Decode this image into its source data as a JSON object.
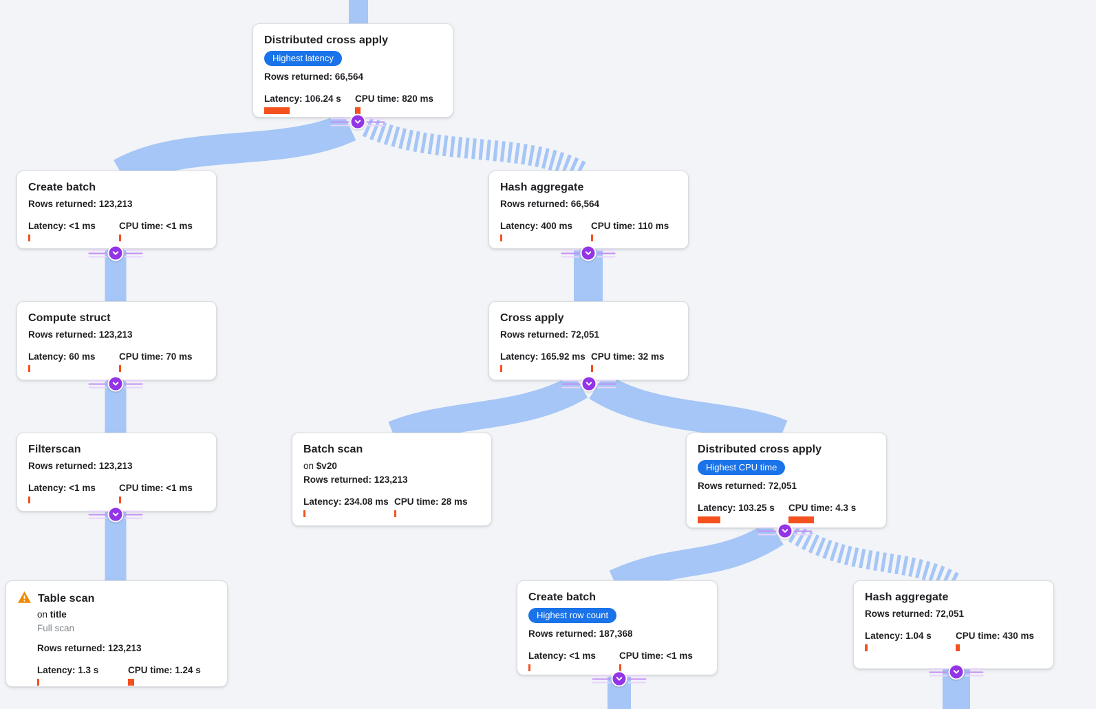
{
  "colors": {
    "canvas_bg": "#f2f4f8",
    "card_bg": "#ffffff",
    "card_border": "#dadce0",
    "edge_blue": "#a5c6f6",
    "junction_purple": "#9334e6",
    "junction_line_light": "#e8d4fb",
    "junction_line_mid": "#c48df5",
    "badge_blue": "#1a73e8",
    "bar_orange": "#f4511e",
    "warning_orange": "#ee8b00",
    "title_text": "#202124",
    "muted_text": "#80868b"
  },
  "nodes": [
    {
      "title": "Distributed cross apply",
      "badge": "Highest latency",
      "rows": "Rows returned: 66,564",
      "latency": {
        "label": "Latency: 106.24 s",
        "bar": "37px"
      },
      "cpu": {
        "label": "CPU time: 820 ms",
        "bar": "8px"
      }
    },
    {
      "title": "Create batch",
      "rows": "Rows returned: 123,213",
      "latency": {
        "label": "Latency: <1 ms",
        "bar": "3px"
      },
      "cpu": {
        "label": "CPU time: <1 ms",
        "bar": "3px"
      }
    },
    {
      "title": "Compute struct",
      "rows": "Rows returned: 123,213",
      "latency": {
        "label": "Latency: 60 ms",
        "bar": "3px"
      },
      "cpu": {
        "label": "CPU time: 70 ms",
        "bar": "3px"
      }
    },
    {
      "title": "Filterscan",
      "rows": "Rows returned: 123,213",
      "latency": {
        "label": "Latency: <1 ms",
        "bar": "3px"
      },
      "cpu": {
        "label": "CPU time: <1 ms",
        "bar": "3px"
      }
    },
    {
      "title": "Table scan",
      "on_prefix": "on",
      "on_value": "title",
      "subtitle": "Full scan",
      "rows": "Rows returned: 123,213",
      "latency": {
        "label": "Latency: 1.3 s",
        "bar": "3px"
      },
      "cpu": {
        "label": "CPU time: 1.24 s",
        "bar": "9px"
      }
    },
    {
      "title": "Hash aggregate",
      "rows": "Rows returned: 66,564",
      "latency": {
        "label": "Latency: 400 ms",
        "bar": "3px"
      },
      "cpu": {
        "label": "CPU time: 110 ms",
        "bar": "3px"
      }
    },
    {
      "title": "Cross apply",
      "rows": "Rows returned: 72,051",
      "latency": {
        "label": "Latency: 165.92 ms",
        "bar": "3px"
      },
      "cpu": {
        "label": "CPU time: 32 ms",
        "bar": "3px"
      }
    },
    {
      "title": "Batch scan",
      "on_prefix": "on",
      "on_value": "$v20",
      "rows": "Rows returned: 123,213",
      "latency": {
        "label": "Latency: 234.08 ms",
        "bar": "3px"
      },
      "cpu": {
        "label": "CPU time: 28 ms",
        "bar": "3px"
      }
    },
    {
      "title": "Distributed cross apply",
      "badge": "Highest CPU time",
      "rows": "Rows returned: 72,051",
      "latency": {
        "label": "Latency: 103.25 s",
        "bar": "33px"
      },
      "cpu": {
        "label": "CPU time: 4.3 s",
        "bar": "37px"
      }
    },
    {
      "title": "Create batch",
      "badge": "Highest row count",
      "rows": "Rows returned: 187,368",
      "latency": {
        "label": "Latency: <1 ms",
        "bar": "3px"
      },
      "cpu": {
        "label": "CPU time: <1 ms",
        "bar": "3px"
      }
    },
    {
      "title": "Hash aggregate",
      "rows": "Rows returned: 72,051",
      "latency": {
        "label": "Latency: 1.04 s",
        "bar": "4px"
      },
      "cpu": {
        "label": "CPU time: 430 ms",
        "bar": "6px"
      }
    }
  ]
}
